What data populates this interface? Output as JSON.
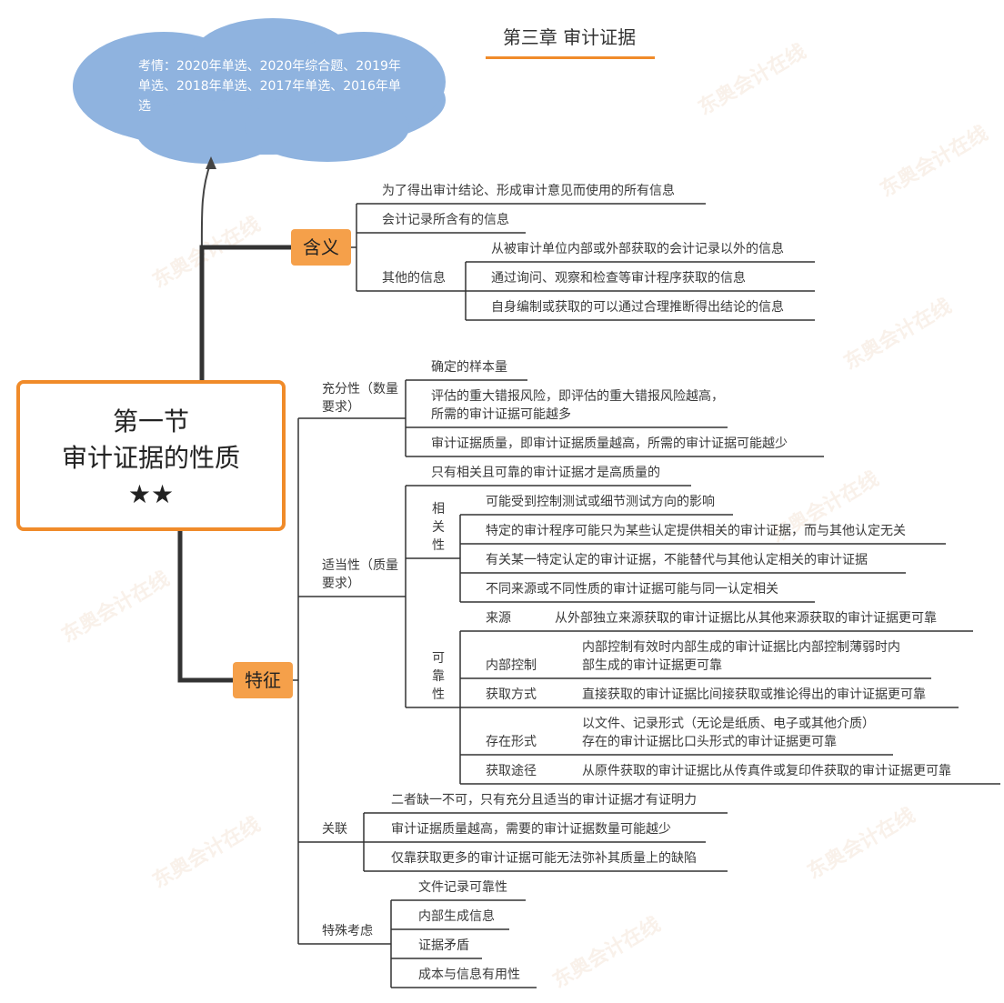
{
  "chapter_title": "第三章 审计证据",
  "cloud": "考情：2020年单选、2020年综合题、2019年单选、2018年单选、2017年单选、2016年单选",
  "central": {
    "line1": "第一节",
    "line2": "审计证据的性质",
    "stars": "★★"
  },
  "hanyi": {
    "label": "含义",
    "items": [
      "为了得出审计结论、形成审计意见而使用的所有信息",
      "会计记录所含有的信息",
      "其他的信息"
    ],
    "other_info": [
      "从被审计单位内部或外部获取的会计记录以外的信息",
      "通过询问、观察和检查等审计程序获取的信息",
      "自身编制或获取的可以通过合理推断得出结论的信息"
    ]
  },
  "tezheng": {
    "label": "特征",
    "chongfen": {
      "label": "充分性（数量要求）",
      "items": [
        "确定的样本量",
        "评估的重大错报风险，即评估的重大错报风险越高，所需的审计证据可能越多",
        "审计证据质量，即审计证据质量越高，所需的审计证据可能越少"
      ]
    },
    "shidang": {
      "label": "适当性（质量要求）",
      "intro": "只有相关且可靠的审计证据才是高质量的",
      "xiangguan_label": "相关性",
      "xiangguan": [
        "可能受到控制测试或细节测试方向的影响",
        "特定的审计程序可能只为某些认定提供相关的审计证据，而与其他认定无关",
        "有关某一特定认定的审计证据，不能替代与其他认定相关的审计证据",
        "不同来源或不同性质的审计证据可能与同一认定相关"
      ],
      "kekao_label": "可靠性",
      "kekao": [
        {
          "k": "来源",
          "v": "从外部独立来源获取的审计证据比从其他来源获取的审计证据更可靠"
        },
        {
          "k": "内部控制",
          "v": "内部控制有效时内部生成的审计证据比内部控制薄弱时内部生成的审计证据更可靠"
        },
        {
          "k": "获取方式",
          "v": "直接获取的审计证据比间接获取或推论得出的审计证据更可靠"
        },
        {
          "k": "存在形式",
          "v": "以文件、记录形式（无论是纸质、电子或其他介质）存在的审计证据比口头形式的审计证据更可靠"
        },
        {
          "k": "获取途径",
          "v": "从原件获取的审计证据比从传真件或复印件获取的审计证据更可靠"
        }
      ]
    },
    "guanlian": {
      "label": "关联",
      "items": [
        "二者缺一不可，只有充分且适当的审计证据才有证明力",
        "审计证据质量越高，需要的审计证据数量可能越少",
        "仅靠获取更多的审计证据可能无法弥补其质量上的缺陷"
      ]
    },
    "teshu": {
      "label": "特殊考虑",
      "items": [
        "文件记录可靠性",
        "内部生成信息",
        "证据矛盾",
        "成本与信息有用性"
      ]
    }
  },
  "watermark": "东奥会计在线"
}
